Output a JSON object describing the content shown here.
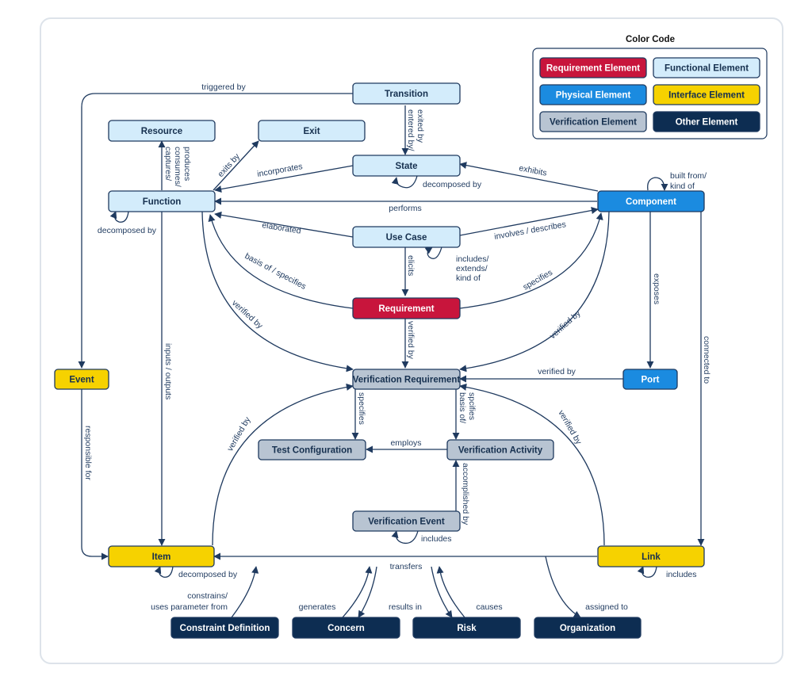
{
  "colors": {
    "requirement": "#c8153c",
    "functional": "#d3ecfb",
    "physical": "#1b8be0",
    "interface": "#f6d200",
    "verification": "#b8c4d2",
    "other": "#0d2d52",
    "line": "#1f3a5f"
  },
  "legend": {
    "title": "Color Code",
    "items": [
      {
        "label": "Requirement Element",
        "kind": "requirement"
      },
      {
        "label": "Functional Element",
        "kind": "functional"
      },
      {
        "label": "Physical Element",
        "kind": "physical"
      },
      {
        "label": "Interface Element",
        "kind": "interface"
      },
      {
        "label": "Verification Element",
        "kind": "verification"
      },
      {
        "label": "Other Element",
        "kind": "other"
      }
    ]
  },
  "nodes": {
    "transition": {
      "label": "Transition",
      "kind": "functional"
    },
    "resource": {
      "label": "Resource",
      "kind": "functional"
    },
    "exit": {
      "label": "Exit",
      "kind": "functional"
    },
    "state": {
      "label": "State",
      "kind": "functional"
    },
    "function": {
      "label": "Function",
      "kind": "functional"
    },
    "component": {
      "label": "Component",
      "kind": "physical"
    },
    "use_case": {
      "label": "Use Case",
      "kind": "functional"
    },
    "requirement": {
      "label": "Requirement",
      "kind": "requirement"
    },
    "event": {
      "label": "Event",
      "kind": "interface"
    },
    "verification_requirement": {
      "label": "Verification Requirement",
      "kind": "verification"
    },
    "port": {
      "label": "Port",
      "kind": "physical"
    },
    "test_configuration": {
      "label": "Test Configuration",
      "kind": "verification"
    },
    "verification_activity": {
      "label": "Verification Activity",
      "kind": "verification"
    },
    "verification_event": {
      "label": "Verification Event",
      "kind": "verification"
    },
    "item": {
      "label": "Item",
      "kind": "interface"
    },
    "link": {
      "label": "Link",
      "kind": "interface"
    },
    "constraint_definition": {
      "label": "Constraint Definition",
      "kind": "other"
    },
    "concern": {
      "label": "Concern",
      "kind": "other"
    },
    "risk": {
      "label": "Risk",
      "kind": "other"
    },
    "organization": {
      "label": "Organization",
      "kind": "other"
    }
  },
  "edges": {
    "triggered_by": "triggered by",
    "entered_exited_by": [
      "entered by/",
      "exited by"
    ],
    "captures": [
      "captures/",
      "consumes/",
      "produces"
    ],
    "exits_by": "exits by",
    "incorporates": "incorporates",
    "state_decomposed_by": "decomposed by",
    "exhibits": "exhibits",
    "built_from": [
      "built from/",
      "kind of"
    ],
    "performs": "performs",
    "function_decomposed_by": "decomposed by",
    "elaborated": "elaborated",
    "involves_describes": "involves / describes",
    "includes_extends": [
      "includes/",
      "extends/",
      "kind of"
    ],
    "elicits": "elicits",
    "basis_of_specifies": "basis of / specifies",
    "specifies_component": "specifies",
    "exposes": "exposes",
    "verified_by_function": "verified by",
    "verified_by_requirement": "verified by",
    "verified_by_component": "verified by",
    "inputs_outputs": "inputs / outputs",
    "connected_to": "connected to",
    "verified_by_port": "verified by",
    "responsible_for": "responsible for",
    "vr_specifies": "specifies",
    "basis_of_spec": [
      "basis of/",
      "spcifies"
    ],
    "verified_by_item": "verified by",
    "verified_by_link": "verified by",
    "employs": "employs",
    "accomplished_by": "accomplished by",
    "ve_includes": "includes",
    "transfers": "transfers",
    "item_decomposed_by": "decomposed by",
    "link_includes": "includes",
    "constrains": [
      "constrains/",
      "uses parameter from"
    ],
    "generates": "generates",
    "results_in": "results in",
    "causes": "causes",
    "assigned_to": "assigned to"
  }
}
